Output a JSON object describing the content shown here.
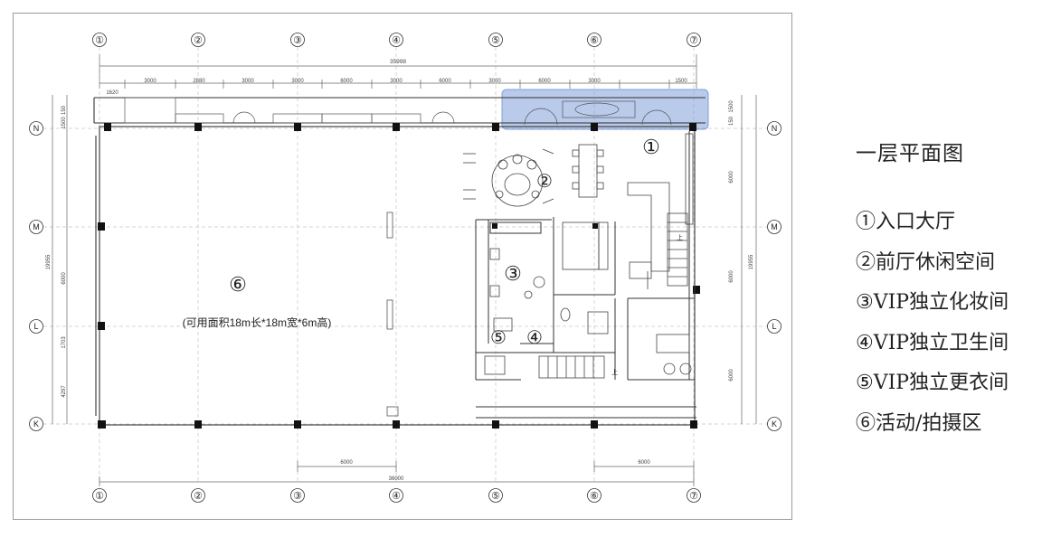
{
  "legend": {
    "title": "一层平面图",
    "items": [
      "①入口大厅",
      "②前厅休闲空间",
      "③VIP独立化妆间",
      "④VIP独立卫生间",
      "⑤VIP独立更衣间",
      "⑥活动/拍摄区"
    ]
  },
  "plan": {
    "column_axes": [
      "①",
      "②",
      "③",
      "④",
      "⑤",
      "⑥",
      "⑦"
    ],
    "row_axes": [
      "N",
      "M",
      "L",
      "K"
    ],
    "overall_width_top": "35998",
    "top_segments": [
      "1620",
      "3000",
      "2880",
      "3000",
      "3000",
      "6000",
      "3000",
      "6000",
      "3000",
      "6000",
      "3000",
      "1500"
    ],
    "left_overall": "19955",
    "left_segments": [
      "150",
      "1500",
      "6000",
      "1703",
      "4297"
    ],
    "right_overall": "19955",
    "right_segments": [
      "1500",
      "150",
      "6000",
      "6000",
      "6000"
    ],
    "bottom_dim_a": "6000",
    "bottom_dim_b": "6000",
    "bottom_overall": "36000",
    "room_labels": {
      "r1": "①",
      "r2": "②",
      "r3": "③",
      "r4": "④",
      "r5": "⑤",
      "r6": "⑥",
      "r6_note": "(可用面积18m长*18m宽*6m高)"
    },
    "stair_mark": "上",
    "highlight_color": "#7f9fd8"
  }
}
